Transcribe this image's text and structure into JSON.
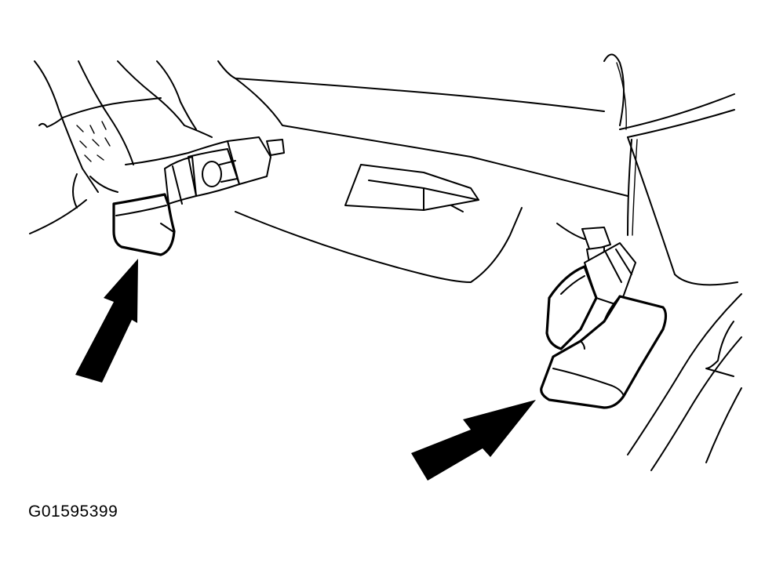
{
  "figure": {
    "id_label": "G01595399"
  },
  "colors": {
    "line": "#000000",
    "background": "#ffffff"
  },
  "callouts": [
    {
      "name": "left-arrow",
      "points_to": "left-seat-adjuster-handle"
    },
    {
      "name": "right-arrow",
      "points_to": "right-seat-adjuster-handle"
    }
  ]
}
